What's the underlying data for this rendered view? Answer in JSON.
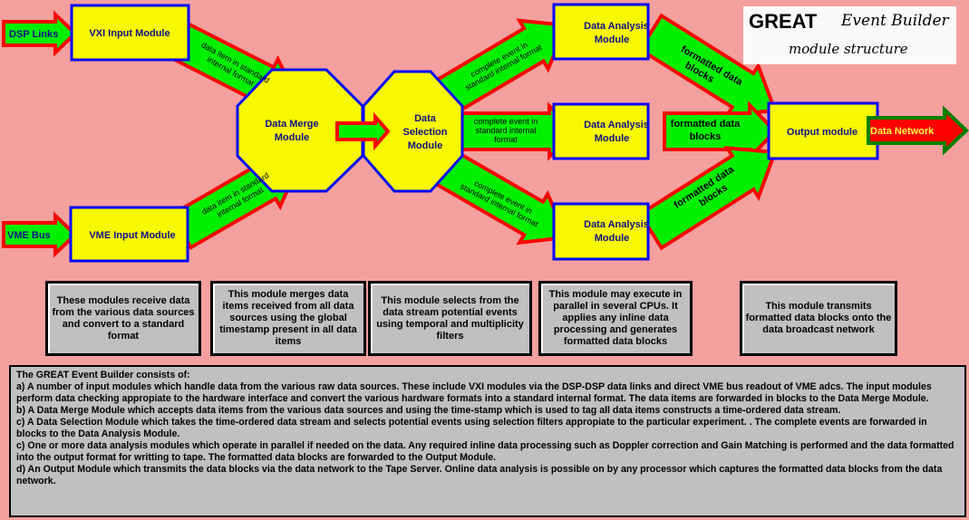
{
  "title": {
    "main": "GREAT",
    "script": "Event Builder",
    "subtitle": "module structure"
  },
  "inputs": {
    "dsp": "DSP Links",
    "vme": "VME Bus"
  },
  "modules": {
    "vxi": "VXI Input Module",
    "vme": "VME Input Module",
    "merge": [
      "Data  Merge",
      "Module"
    ],
    "selection": [
      "Data",
      "Selection",
      "Module"
    ],
    "analysis": [
      "Data Analysis",
      "Module"
    ],
    "output": "Output module"
  },
  "arrows": {
    "data_item": [
      "data item  in standard",
      "internal format"
    ],
    "data_item2": [
      "data item in standard",
      "internal format"
    ],
    "complete_event": [
      "complete event in",
      "standard internal format"
    ],
    "complete_event_mid": [
      "complete event in",
      "standard internal",
      "format"
    ],
    "formatted": [
      "formatted data",
      "blocks"
    ],
    "network": "Data Network"
  },
  "colors": {
    "module": "#f8f800",
    "arrow": "#00f000",
    "arrow_border": "#ff0000",
    "module_border": "#0000ff",
    "background": "#f4a09e"
  },
  "descriptions": [
    "These modules receive data from the various data sources and convert to a standard format",
    "This module merges data items received from all data sources using the global timestamp present in all data items",
    "This module selects from the data stream potential events using temporal and multiplicity filters",
    "This module may execute in parallel in several CPUs. It applies any inline data processing and generates formatted data blocks",
    "This module transmits formatted data blocks onto the data broadcast network"
  ],
  "summary": [
    "The GREAT Event Builder consists of:",
    "a)  A number of input modules which handle data from the various raw  data sources. These include VXI modules via the DSP-DSP data links  and direct VME bus readout of VME adcs. The input modules perform data checking appropiate to the hardware interface and convert the various hardware formats into a standard internal format. The data items are forwarded in blocks to the Data Merge Module.",
    "b) A Data Merge Module which accepts data items from the various data sources and using the time-stamp which is used to tag all data items constructs a time-ordered data stream.",
    "c) A Data Selection Module which  takes the time-ordered data stream and selects potential events using selection filters appropiate to the particular experiment. . The complete events are forwarded in blocks to the Data Analysis Module.",
    "c) One or more data analysis modules which operate in parallel if needed on the  data. Any required inline data processing such as Doppler correction and Gain Matching is performed and the data formatted into the output format for writting to tape. The formatted data blocks are forwarded to the Output Module.",
    "d) An Output Module which transmits the data blocks via the data network to the Tape Server. Online data analysis is possible on by any processor which captures the formatted data blocks from the data network."
  ]
}
